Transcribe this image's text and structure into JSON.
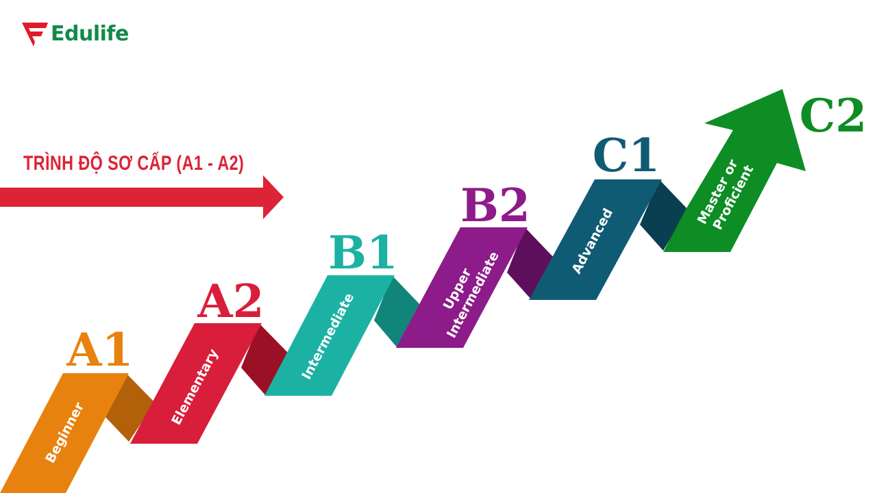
{
  "logo": {
    "text": "Edulife",
    "brand_red": "#e11b2b",
    "brand_green": "#138a4a"
  },
  "section_heading": {
    "text": "TRÌNH ĐỘ SƠ CẤP (A1 - A2)",
    "color": "#dd2336"
  },
  "levels": [
    {
      "code": "A1",
      "name": [
        "Beginner"
      ],
      "color": "#e8820e",
      "shade": "#b3600b"
    },
    {
      "code": "A2",
      "name": [
        "Elementary"
      ],
      "color": "#d81e3b",
      "shade": "#9c1026"
    },
    {
      "code": "B1",
      "name": [
        "Intermediate"
      ],
      "color": "#1cb2a3",
      "shade": "#12857a"
    },
    {
      "code": "B2",
      "name": [
        "Upper",
        "Intermediate"
      ],
      "color": "#8e1b8a",
      "shade": "#5e0f5b"
    },
    {
      "code": "C1",
      "name": [
        "Advanced"
      ],
      "color": "#0f5b73",
      "shade": "#093f50"
    },
    {
      "code": "C2",
      "name": [
        "Master or",
        "Proficient"
      ],
      "color": "#0d8d24",
      "shade": "#0d8d24"
    }
  ]
}
